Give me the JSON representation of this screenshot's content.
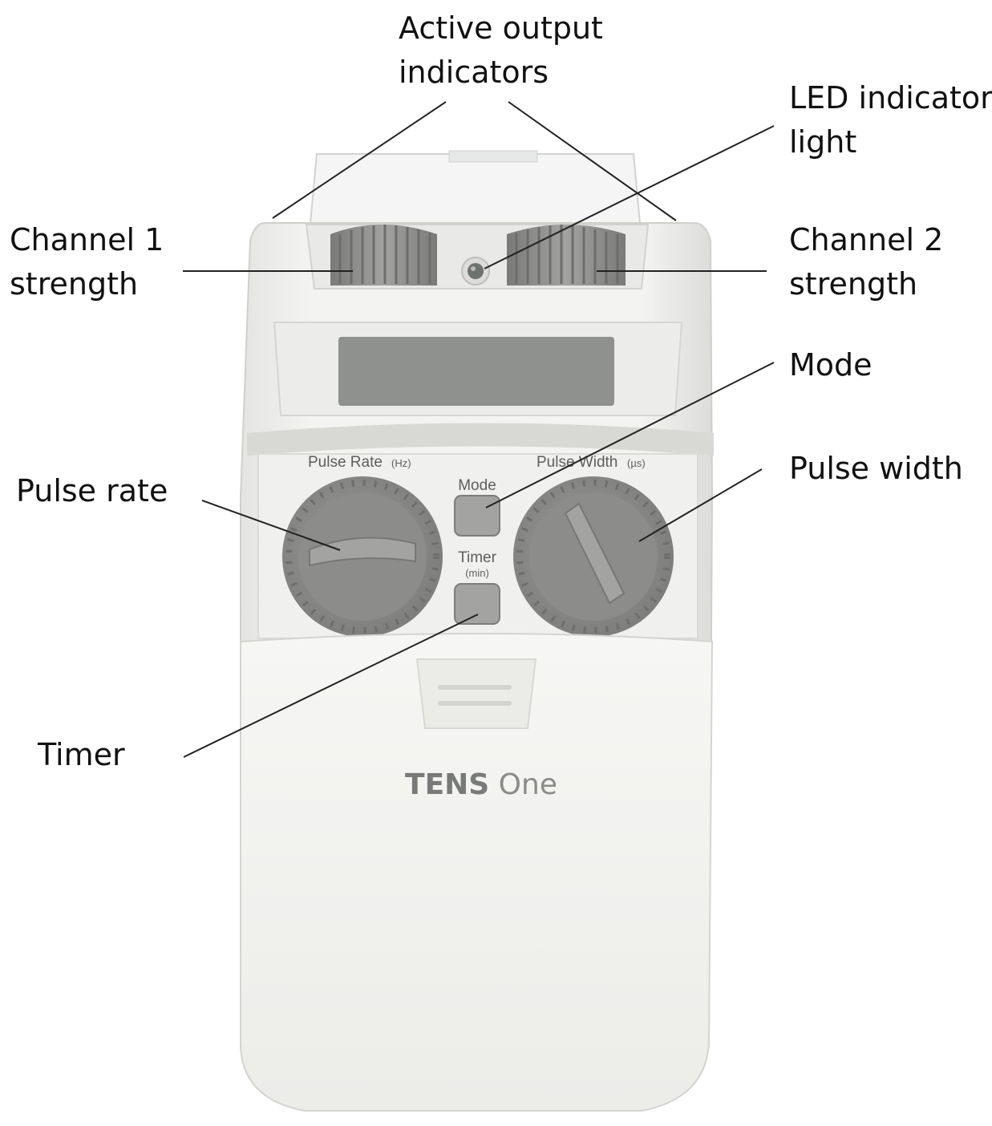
{
  "callouts": {
    "active_output": {
      "line1": "Active output",
      "line2": "indicators"
    },
    "led": {
      "line1": "LED indicator",
      "line2": "light"
    },
    "channel1": {
      "line1": "Channel 1",
      "line2": "strength"
    },
    "channel2": {
      "line1": "Channel 2",
      "line2": "strength"
    },
    "mode": {
      "line1": "Mode"
    },
    "pulse_rate": {
      "line1": "Pulse rate"
    },
    "pulse_width": {
      "line1": "Pulse width"
    },
    "timer": {
      "line1": "Timer"
    }
  },
  "device": {
    "pulse_rate_label": "Pulse Rate",
    "pulse_rate_unit": "(Hz)",
    "pulse_width_label": "Pulse Width",
    "pulse_width_unit": "(µs)",
    "mode_button_label": "Mode",
    "timer_button_label": "Timer",
    "timer_button_unit": "(min)",
    "brand_bold": "TENS",
    "brand_light": "One"
  },
  "colors": {
    "body": "#f1f1ef",
    "body_shadow": "#d9d9d6",
    "knob": "#8e8e8c",
    "dial": "#8a8a88",
    "lcd": "#8f918e",
    "line": "#222222"
  }
}
